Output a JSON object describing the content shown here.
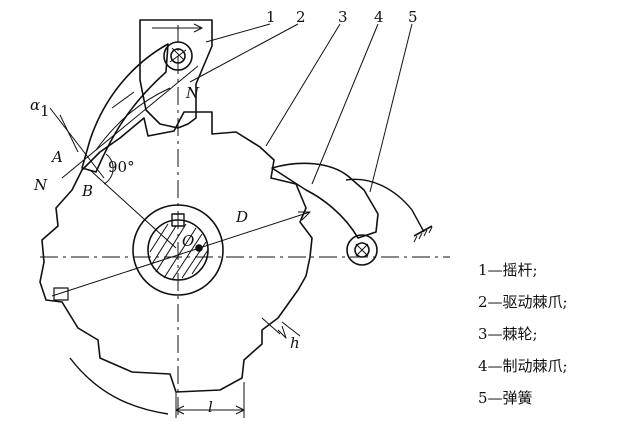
{
  "diagram": {
    "part_numbers": [
      "1",
      "2",
      "3",
      "4",
      "5"
    ],
    "point_labels": {
      "alpha": "α",
      "alpha_sub": "1",
      "A": "A",
      "B": "B",
      "N_upper": "N",
      "N_lower": "N",
      "angle": "90°",
      "D": "D",
      "O": "O",
      "h": "h",
      "l": "l"
    },
    "legend": [
      "1—摇杆;",
      "2—驱动棘爪;",
      "3—棘轮;",
      "4—制动棘爪;",
      "5—弹簧"
    ]
  }
}
